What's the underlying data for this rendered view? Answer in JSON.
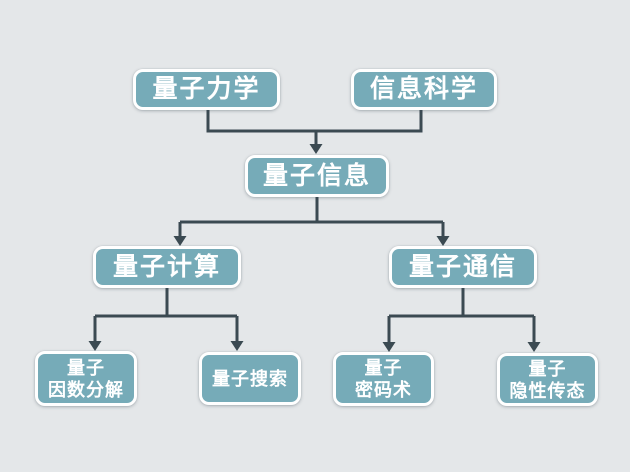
{
  "colors": {
    "background": "#e4e7e9",
    "node_fill": "#76abb8",
    "node_border": "#ffffff",
    "node_text": "#ffffff",
    "connector": "#3b4a52"
  },
  "nodes": {
    "quantum_mechanics": {
      "label": "量子力学"
    },
    "information_science": {
      "label": "信息科学"
    },
    "quantum_information": {
      "label": "量子信息"
    },
    "quantum_computing": {
      "label": "量子计算"
    },
    "quantum_communication": {
      "label": "量子通信"
    },
    "quantum_factoring": {
      "label": "量子\n因数分解"
    },
    "quantum_search": {
      "label": "量子搜索"
    },
    "quantum_cryptography": {
      "label": "量子\n密码术"
    },
    "quantum_teleportation": {
      "label": "量子\n隐性传态"
    }
  },
  "edges": [
    {
      "from": "量子力学",
      "to": "量子信息"
    },
    {
      "from": "信息科学",
      "to": "量子信息"
    },
    {
      "from": "量子信息",
      "to": "量子计算"
    },
    {
      "from": "量子信息",
      "to": "量子通信"
    },
    {
      "from": "量子计算",
      "to": "量子因数分解"
    },
    {
      "from": "量子计算",
      "to": "量子搜索"
    },
    {
      "from": "量子通信",
      "to": "量子密码术"
    },
    {
      "from": "量子通信",
      "to": "量子隐性传态"
    }
  ]
}
